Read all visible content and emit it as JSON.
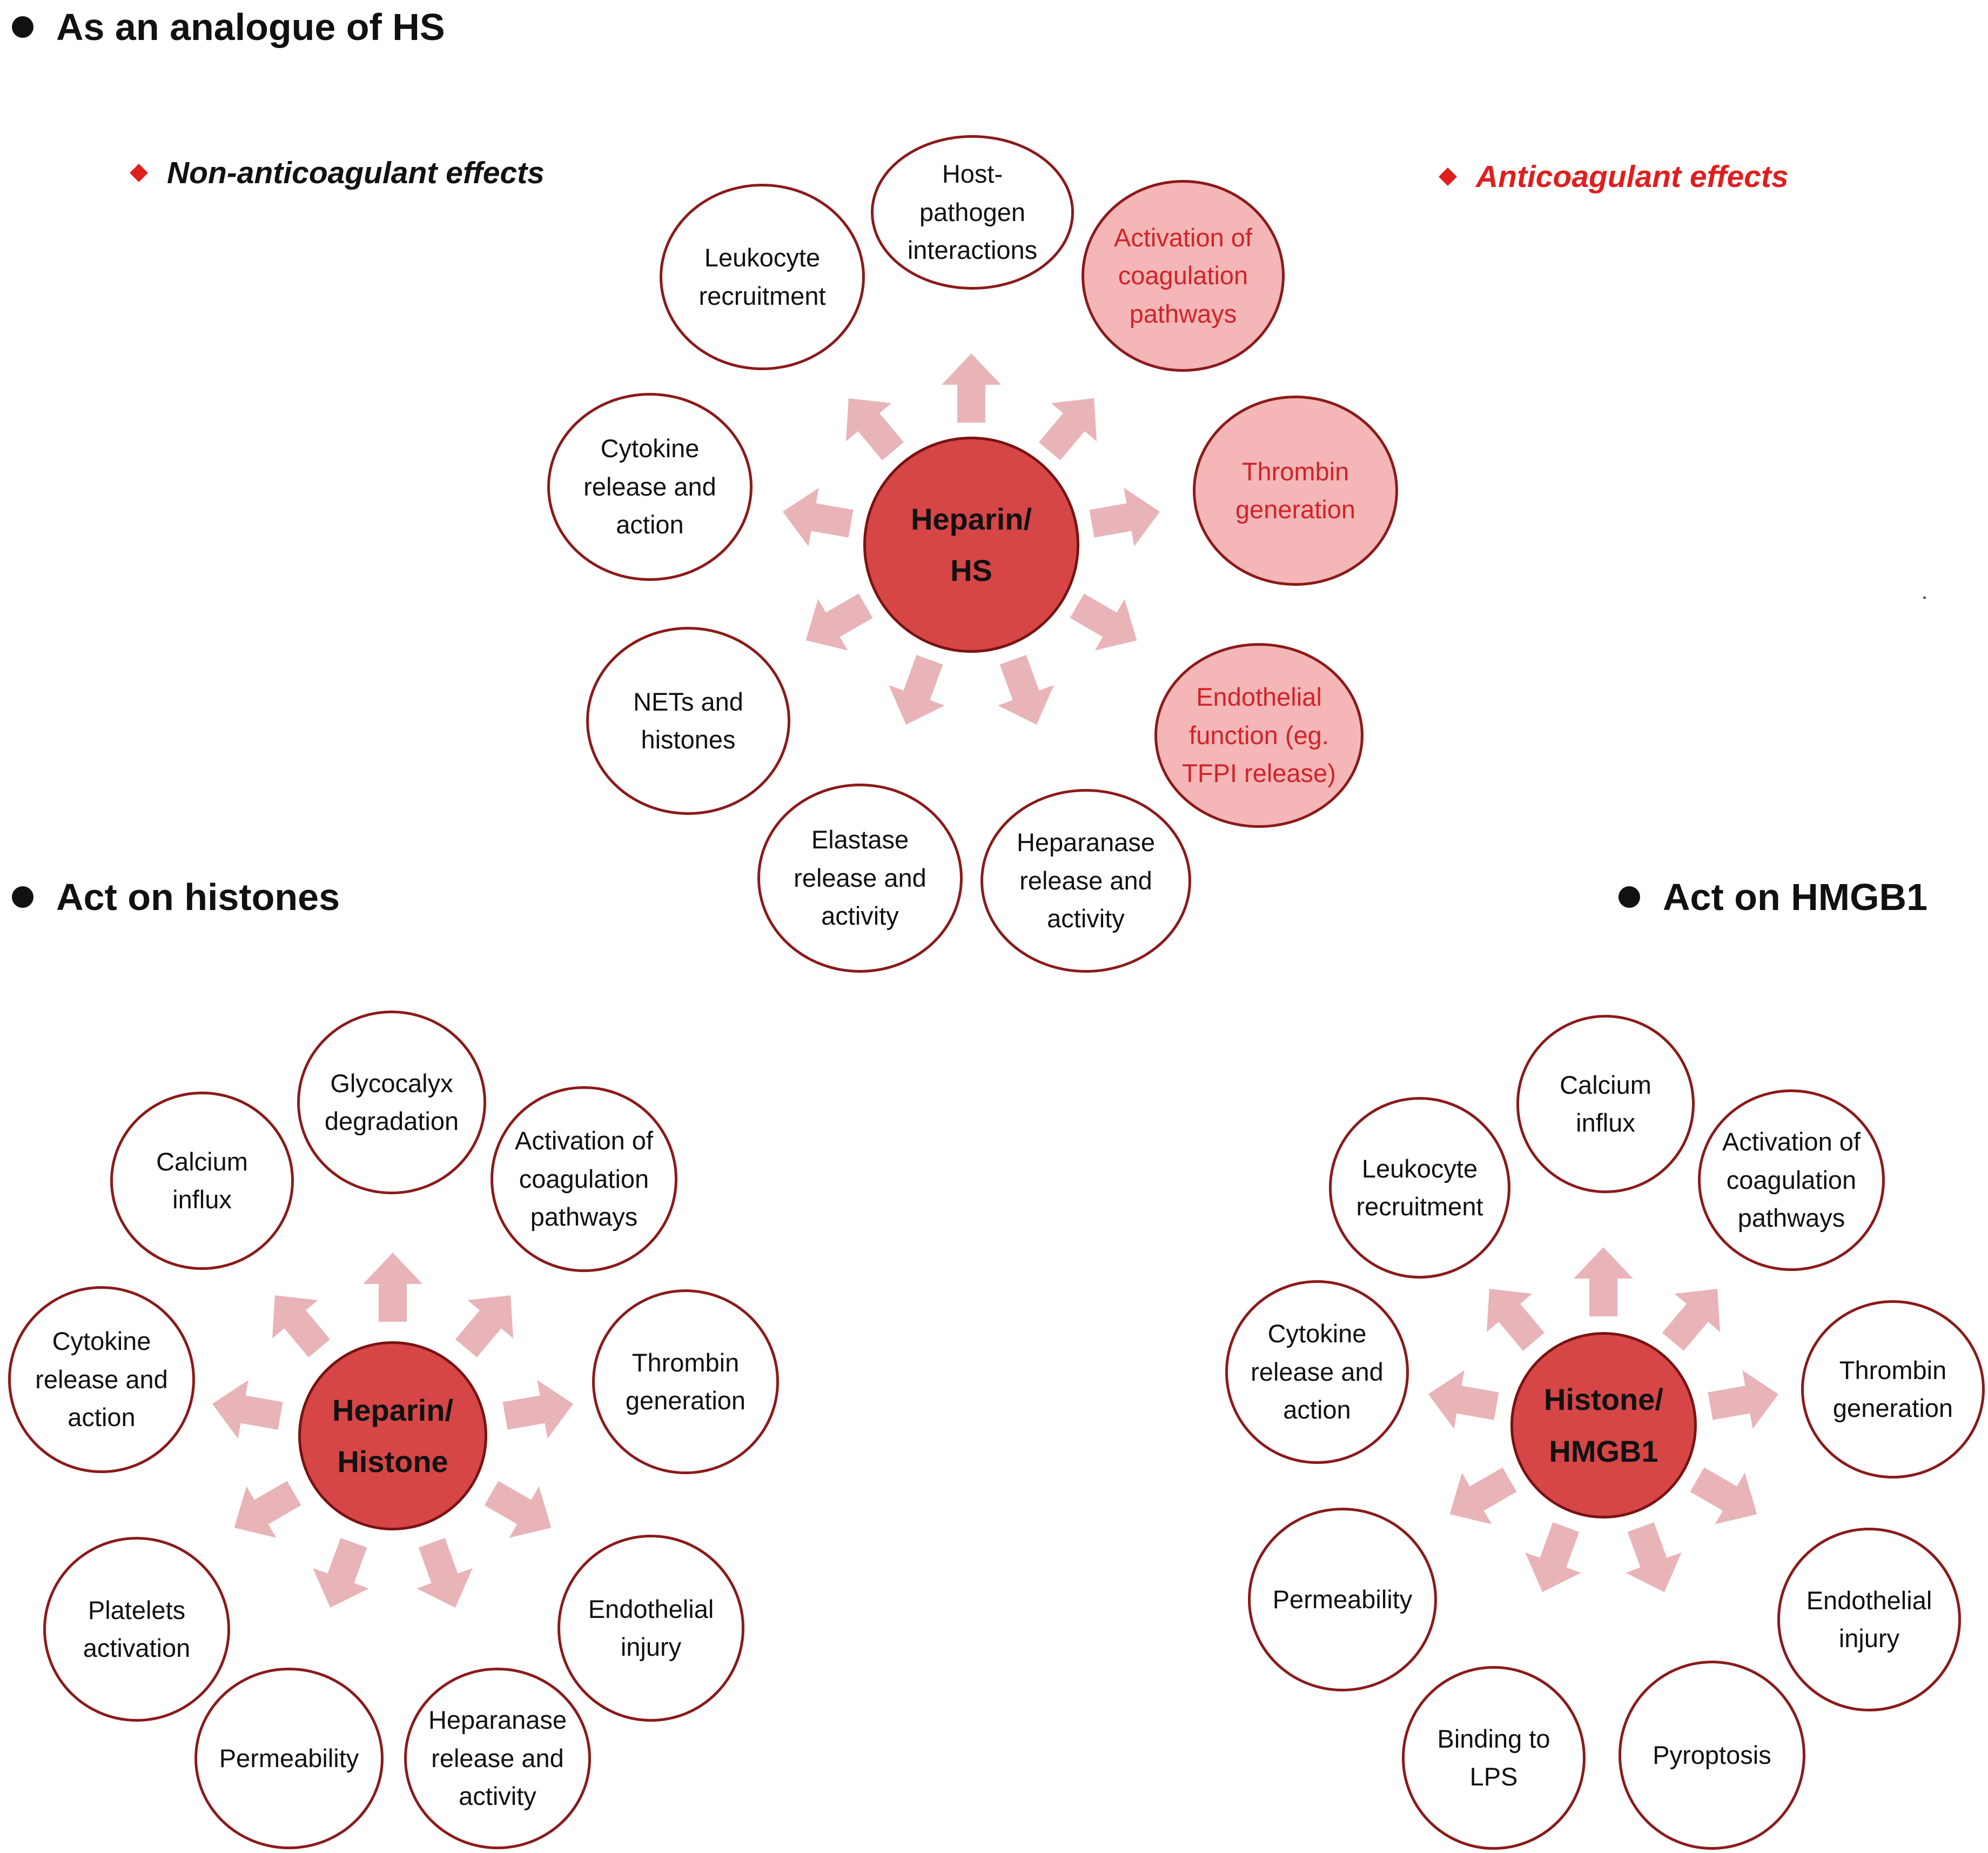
{
  "colors": {
    "node_border": "#8b1a1a",
    "hub_fill": "#d64646",
    "anticoagulant_fill": "#f4b6b6",
    "anticoagulant_text": "#d0232a",
    "arrow_fill": "#e8b4b8",
    "diamond": "#e01e1e"
  },
  "sections": [
    {
      "heading": "As an analogue of HS",
      "legend": {
        "non_anticoagulant": "Non-anticoagulant effects",
        "anticoagulant": "Anticoagulant effects"
      },
      "hub": "Heparin/\nHS",
      "nodes": [
        {
          "label": "Host-\npathogen\ninteractions",
          "type": "non-anticoagulant"
        },
        {
          "label": "Activation of\ncoagulation\npathways",
          "type": "anticoagulant"
        },
        {
          "label": "Thrombin\ngeneration",
          "type": "anticoagulant"
        },
        {
          "label": "Endothelial\nfunction (eg.\nTFPI release)",
          "type": "anticoagulant"
        },
        {
          "label": "Heparanase\nrelease and\nactivity",
          "type": "non-anticoagulant"
        },
        {
          "label": "Elastase\nrelease and\nactivity",
          "type": "non-anticoagulant"
        },
        {
          "label": "NETs and\nhistones",
          "type": "non-anticoagulant"
        },
        {
          "label": "Cytokine\nrelease and\naction",
          "type": "non-anticoagulant"
        },
        {
          "label": "Leukocyte\nrecruitment",
          "type": "non-anticoagulant"
        }
      ]
    },
    {
      "heading": "Act on histones",
      "hub": "Heparin/\nHistone",
      "nodes": [
        {
          "label": "Glycocalyx\ndegradation"
        },
        {
          "label": "Activation of\ncoagulation\npathways"
        },
        {
          "label": "Thrombin\ngeneration"
        },
        {
          "label": "Endothelial\ninjury"
        },
        {
          "label": "Heparanase\nrelease and\nactivity"
        },
        {
          "label": "Permeability"
        },
        {
          "label": "Platelets\nactivation"
        },
        {
          "label": "Cytokine\nrelease and\naction"
        },
        {
          "label": "Calcium\ninflux"
        }
      ]
    },
    {
      "heading": "Act on HMGB1",
      "hub": "Histone/\nHMGB1",
      "nodes": [
        {
          "label": "Calcium\ninflux"
        },
        {
          "label": "Activation of\ncoagulation\npathways"
        },
        {
          "label": "Thrombin\ngeneration"
        },
        {
          "label": "Endothelial\ninjury"
        },
        {
          "label": "Pyroptosis"
        },
        {
          "label": "Binding to\nLPS"
        },
        {
          "label": "Permeability"
        },
        {
          "label": "Cytokine\nrelease and\naction"
        },
        {
          "label": "Leukocyte\nrecruitment"
        }
      ]
    }
  ]
}
